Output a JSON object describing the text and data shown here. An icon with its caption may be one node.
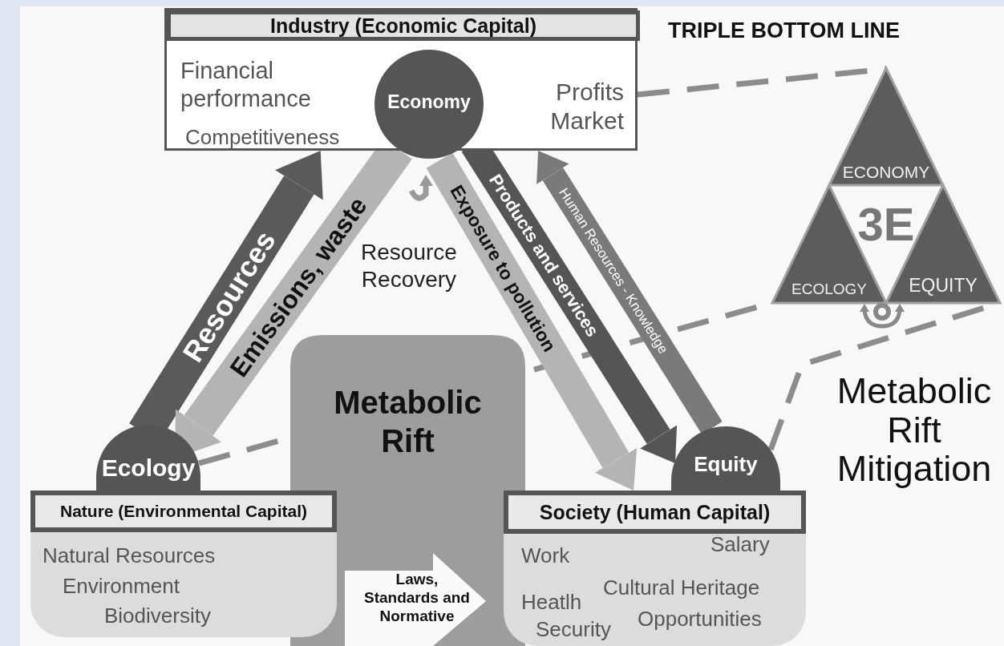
{
  "diagram": {
    "title": "TRIPLE BOTTOM LINE",
    "nodes": [
      {
        "text": [
          "Industry (Economic Capital)",
          "Financial performance",
          "Competitiveness",
          "Profits Market"
        ]
      },
      {
        "text": [
          "Economy"
        ]
      },
      {
        "text": [
          "Ecology"
        ]
      },
      {
        "text": [
          "Nature (Environmental Capital)",
          "Natural Resources",
          "Environment",
          "Biodiversity"
        ]
      },
      {
        "text": [
          "Metabolic Rift"
        ]
      },
      {
        "text": [
          "Laws, Standards and Normative"
        ],
        "in": 4
      },
      {
        "text": [
          "Equity"
        ]
      },
      {
        "text": [
          "Society (Human Capital)",
          "Work",
          "Salary",
          "Heatlh",
          "Cultural Heritage",
          "Security",
          "Opportunities"
        ]
      },
      {
        "text": [
          "ECONOMY",
          "3E",
          "ECOLOGY",
          "EQUITY"
        ]
      }
    ],
    "edges": [
      {
        "from": 2,
        "to": 0,
        "arrow": "to",
        "label": "Resources",
        "color": "#5a5a5a"
      },
      {
        "from": 1,
        "to": 2,
        "arrow": "to",
        "label": "Emissions, waste",
        "color": "#b4b4b4"
      },
      {
        "from": 1,
        "to": 7,
        "arrow": "to",
        "label": "Exposure to pollution",
        "color": "#b4b4b4"
      },
      {
        "from": 1,
        "to": 6,
        "arrow": "to",
        "label": "Products and services",
        "color": "#555555"
      },
      {
        "from": 6,
        "to": 0,
        "arrow": "to",
        "label": "Human Resources - Knowledge",
        "color": "#7a7a7a"
      },
      {
        "from": 0,
        "to": 8,
        "arrow": "none",
        "style": "dashed"
      },
      {
        "from": 2,
        "to": 8,
        "arrow": "none",
        "style": "dashed"
      },
      {
        "from": 6,
        "to": 8,
        "arrow": "none",
        "style": "dashed"
      }
    ],
    "labels": [
      "Resource Recovery",
      "Metabolic Rift Mitigation"
    ]
  }
}
